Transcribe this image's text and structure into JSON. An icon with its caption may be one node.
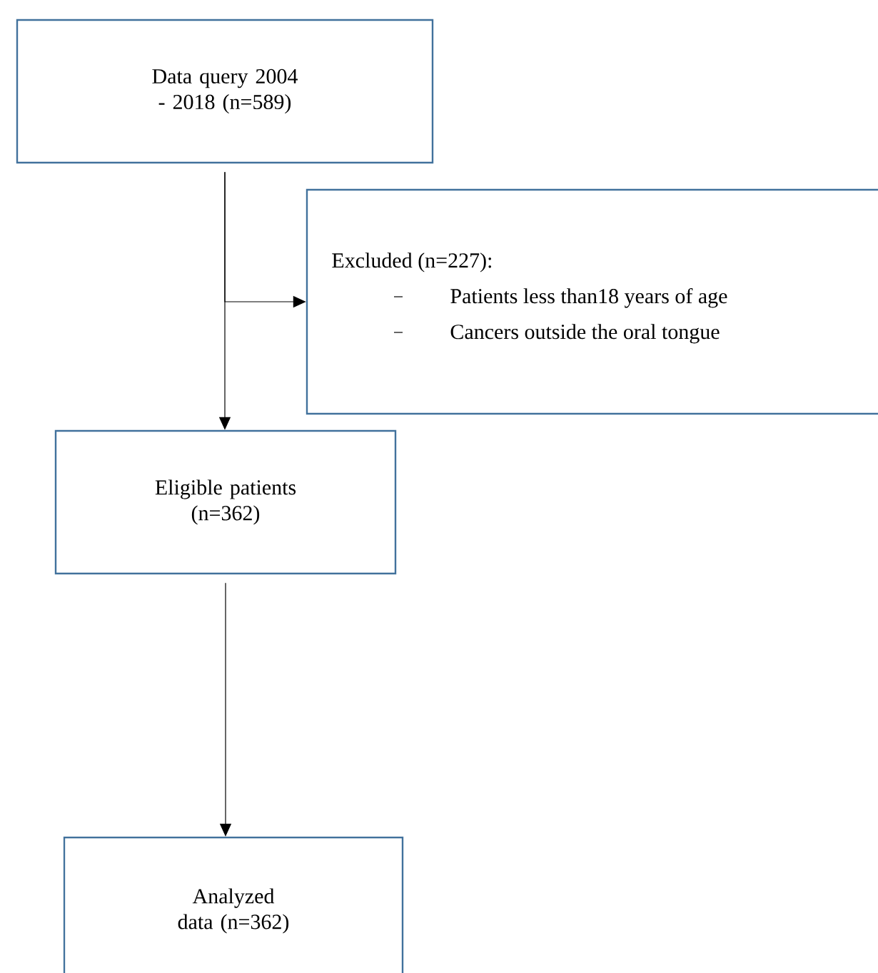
{
  "diagram": {
    "nodes": [
      {
        "text": [
          "Data query 2004 - 2018 (n=589)"
        ]
      },
      {
        "text": [
          "Excluded (n=227):",
          "Patients less than18 years of age",
          "Cancers outside the oral tongue"
        ]
      },
      {
        "text": [
          "Eligible patients (n=362)"
        ]
      },
      {
        "text": [
          "Analyzed data (n=362)"
        ]
      }
    ],
    "edges": [
      {
        "from": 0,
        "to": 2,
        "arrow": "to"
      },
      {
        "from": 0,
        "to": 1,
        "arrow": "to"
      },
      {
        "from": 2,
        "to": 3,
        "arrow": "to"
      }
    ]
  }
}
